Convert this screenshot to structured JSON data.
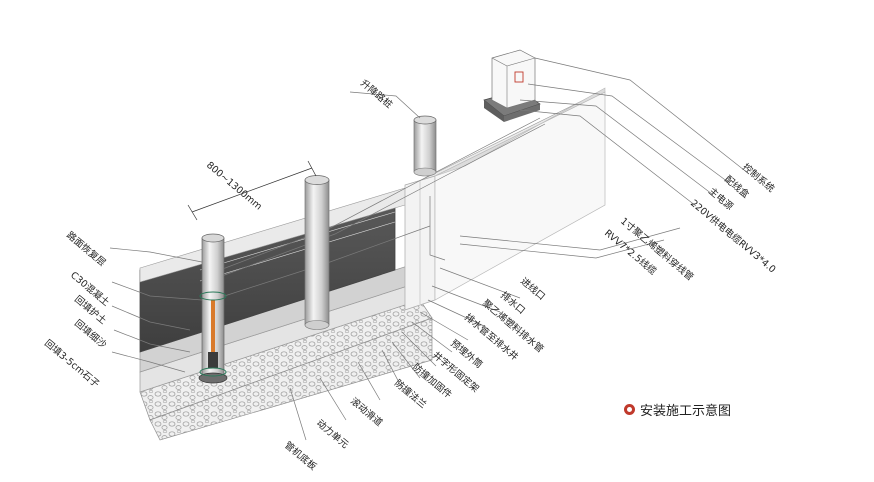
{
  "diagram": {
    "caption": "安装施工示意图",
    "dimension": "800~1300mm",
    "labels_left": [
      "路面恢复层",
      "C30混凝土",
      "回填护土",
      "回填细沙",
      "回填3-5cm石子"
    ],
    "labels_top": [
      "升降路桩"
    ],
    "labels_right": [
      "控制系统",
      "配线盒",
      "主电源",
      "220V供电电缆RVV3*4.0",
      "1寸聚乙烯塑料穿线管",
      "RVV7*2.5线缆",
      "进线口",
      "排水口",
      "聚乙烯塑料排水管",
      "排水管至排水井",
      "预埋外筒",
      "井字形固定架",
      "防撞加固件",
      "防撞法兰",
      "滚动滑道",
      "动力单元",
      "管机底板"
    ]
  }
}
